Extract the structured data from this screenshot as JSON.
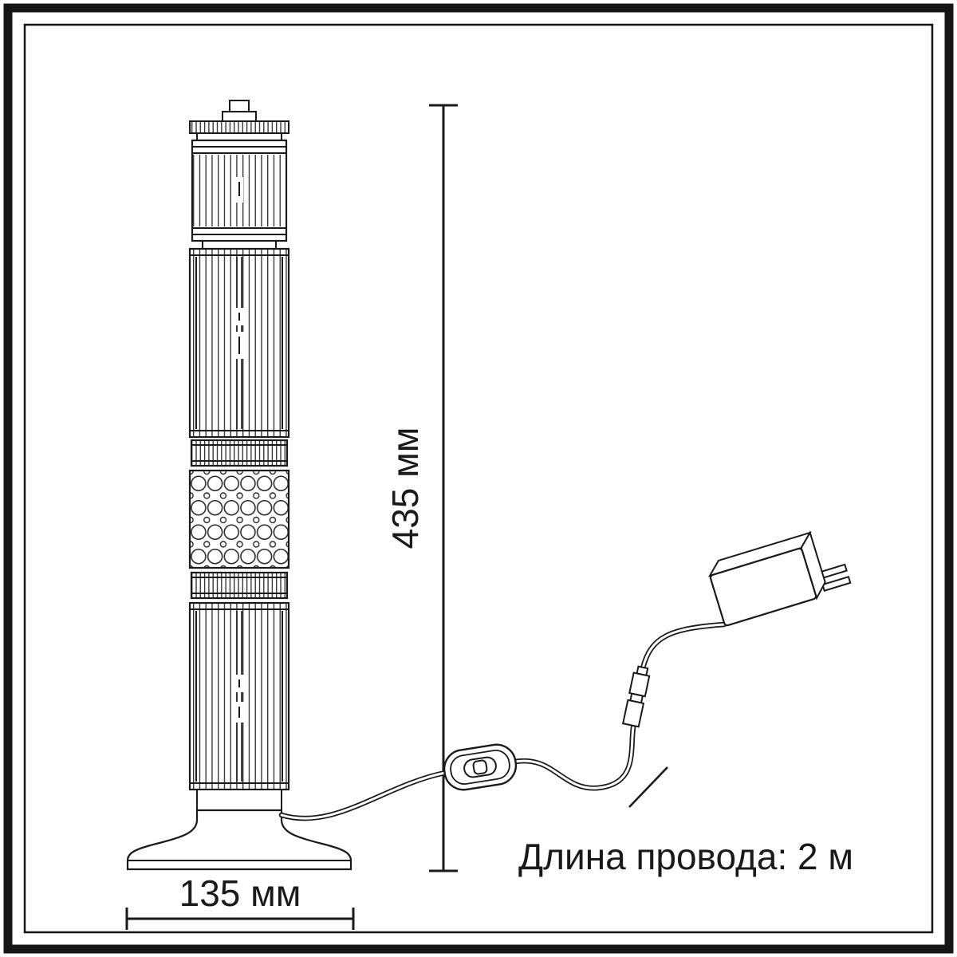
{
  "colors": {
    "line": "#1a1a1a",
    "background": "#ffffff"
  },
  "labels": {
    "height": "435 мм",
    "width": "135 мм",
    "cable": "Длина провода: 2 м"
  }
}
